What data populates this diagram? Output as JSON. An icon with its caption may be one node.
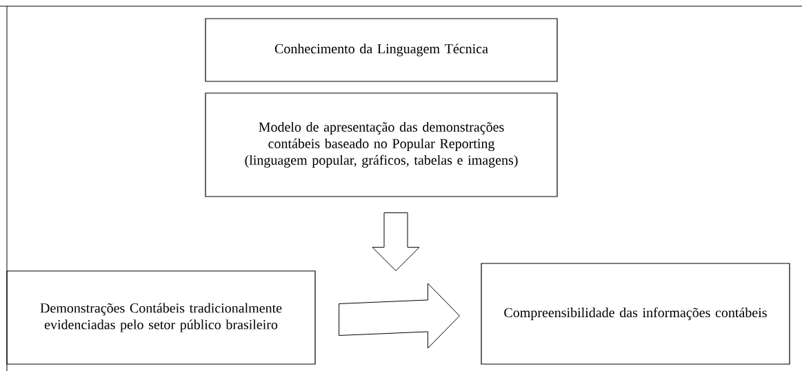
{
  "diagram": {
    "nodes": [
      {
        "text": [
          "Conhecimento da Linguagem Técnica"
        ]
      },
      {
        "text": [
          "Modelo de apresentação das demonstrações contábeis baseado no Popular Reporting (linguagem popular, gráficos, tabelas e imagens)"
        ]
      },
      {
        "text": [
          "Demonstrações Contábeis tradicionalmente evidenciadas pelo setor público brasileiro"
        ]
      },
      {
        "text": [
          "Compreensibilidade das informações contábeis"
        ]
      }
    ],
    "edges": [
      {
        "from": 1,
        "to": null,
        "arrow": "to"
      },
      {
        "from": 2,
        "to": 3,
        "arrow": "to"
      }
    ]
  }
}
